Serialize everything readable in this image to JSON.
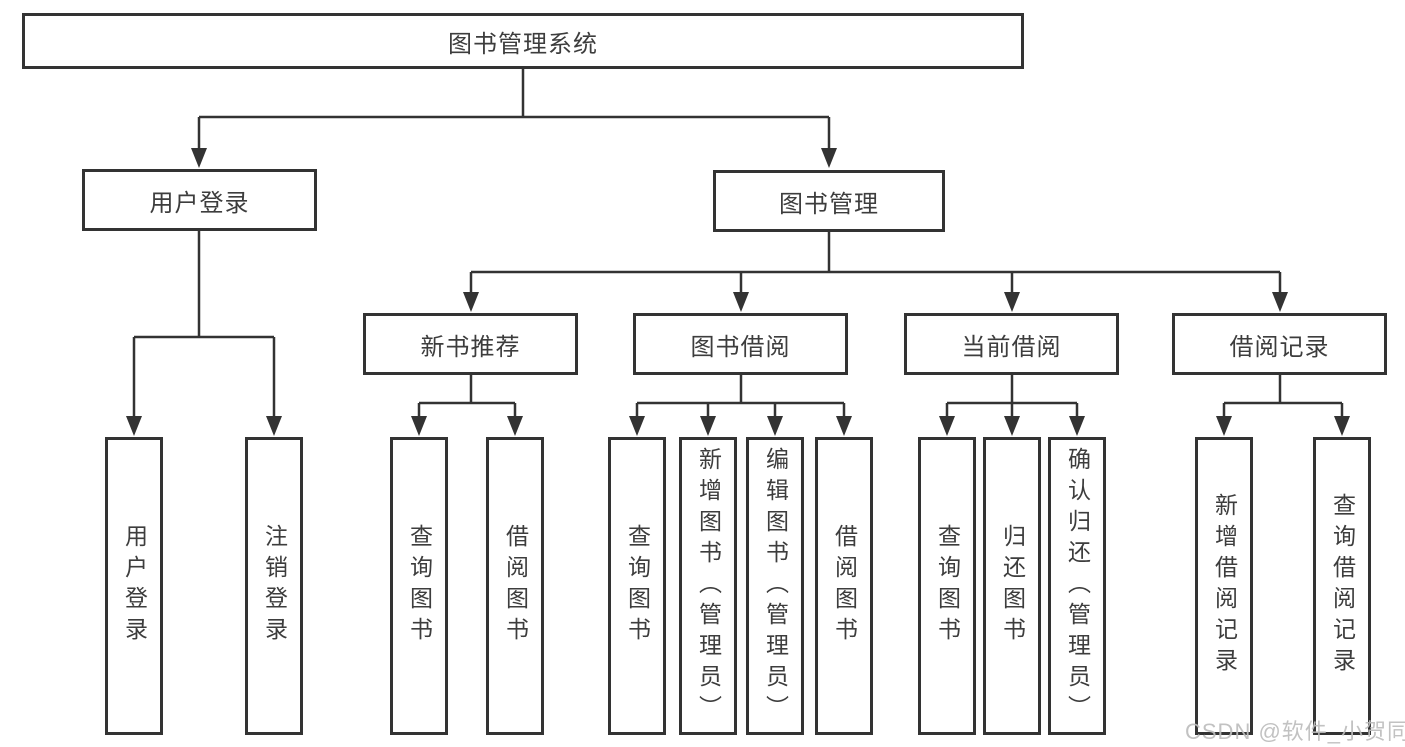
{
  "colors": {
    "background": "#ffffff",
    "box_border": "#333333",
    "box_fill": "#ffffff",
    "connector": "#333333",
    "text": "#3d3d3d",
    "watermark": "#bdbdbd"
  },
  "tree": {
    "root": {
      "label": "图书管理系统"
    },
    "branches": [
      {
        "label": "用户登录",
        "children": [
          {
            "label": "用户登录"
          },
          {
            "label": "注销登录"
          }
        ]
      },
      {
        "label": "图书管理",
        "children": [
          {
            "label": "新书推荐",
            "children": [
              {
                "label": "查询图书"
              },
              {
                "label": "借阅图书"
              }
            ]
          },
          {
            "label": "图书借阅",
            "children": [
              {
                "label": "查询图书"
              },
              {
                "label": "新增图书（管理员）"
              },
              {
                "label": "编辑图书（管理员）"
              },
              {
                "label": "借阅图书"
              }
            ]
          },
          {
            "label": "当前借阅",
            "children": [
              {
                "label": "查询图书"
              },
              {
                "label": "归还图书"
              },
              {
                "label": "确认归还（管理员）"
              }
            ]
          },
          {
            "label": "借阅记录",
            "children": [
              {
                "label": "新增借阅记录"
              },
              {
                "label": "查询借阅记录"
              }
            ]
          }
        ]
      }
    ]
  },
  "watermark": {
    "text": "CSDN @软件_小贺同学"
  }
}
